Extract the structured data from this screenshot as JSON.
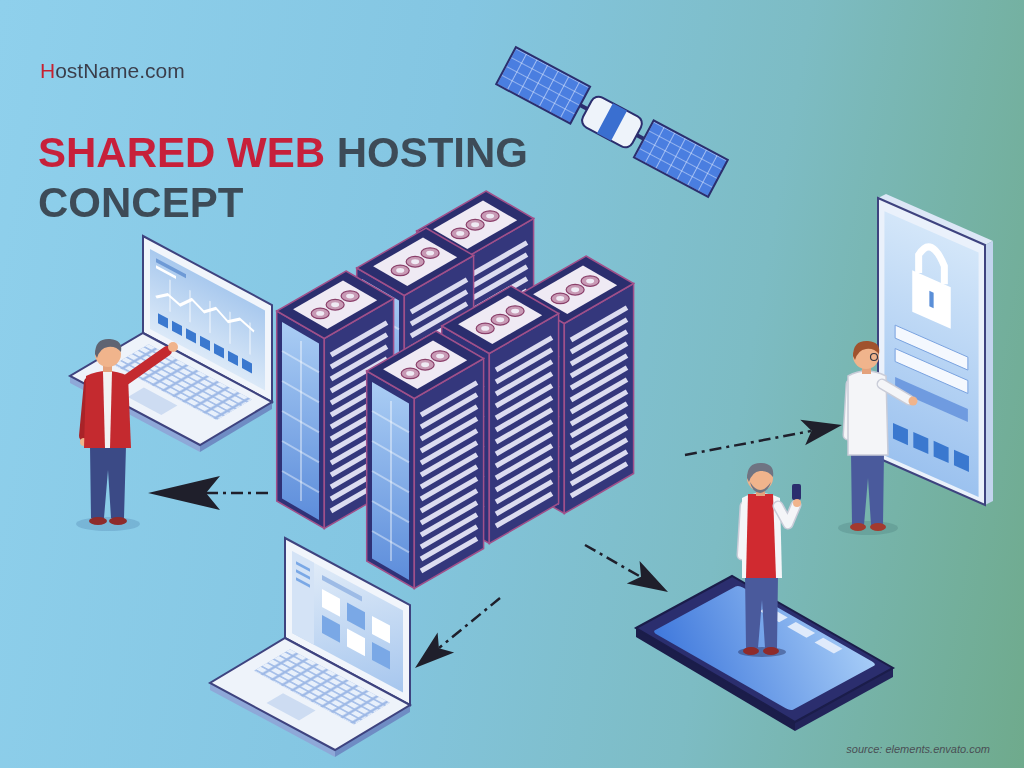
{
  "diagram": {
    "title": "SHARED WEB HOSTING CONCEPT",
    "caption": "source: elements.envato.com",
    "labels": [
      "HostName.com"
    ]
  }
}
